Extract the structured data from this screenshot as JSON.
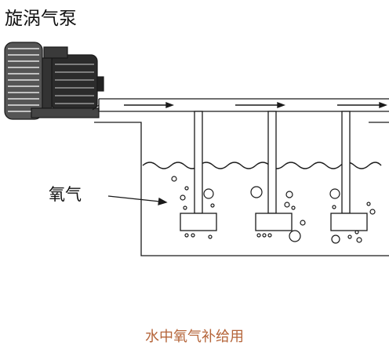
{
  "labels": {
    "pump": "旋涡气泵",
    "oxygen": "氧气",
    "caption": "水中氧气补给用"
  },
  "colors": {
    "line": "#1a1a1a",
    "caption": "#b5653a",
    "background": "#ffffff"
  }
}
